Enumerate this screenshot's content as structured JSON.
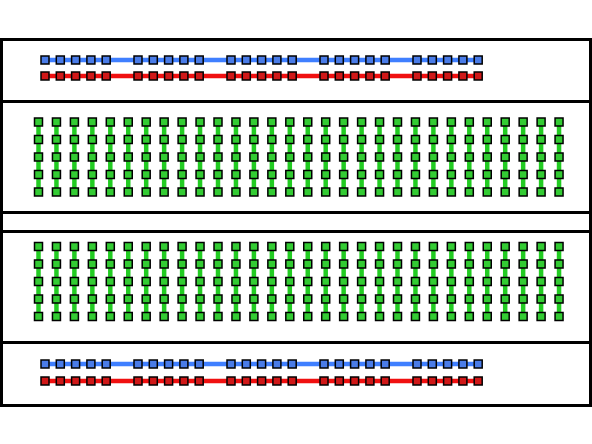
{
  "breadboard": {
    "colors": {
      "background": "#ffffff",
      "outline": "#000000",
      "blue_rail": "#3f7fff",
      "blue_hole": "#4a7ce8",
      "red_rail": "#f01010",
      "red_hole": "#d01818",
      "terminal_strip": "#22cc22",
      "terminal_hole": "#33cc33"
    },
    "power_rails": {
      "sections": 2,
      "rails_per_section": 2,
      "rail_order": [
        "blue",
        "red"
      ],
      "hole_groups": 5,
      "holes_per_group": 5
    },
    "terminal_areas": {
      "count": 2,
      "columns": 30,
      "rows_per_column": 5
    }
  }
}
